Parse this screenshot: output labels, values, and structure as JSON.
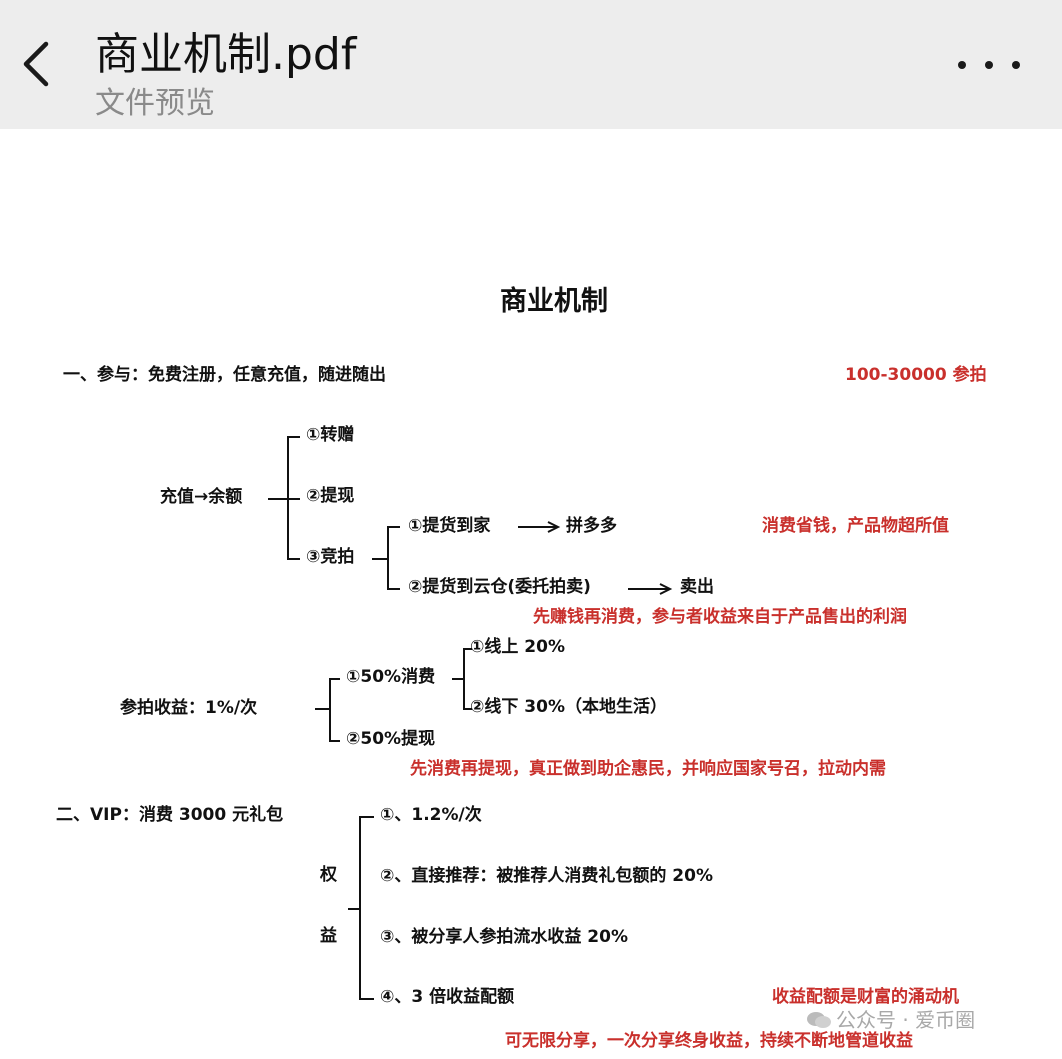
{
  "header": {
    "title": "商业机制.pdf",
    "subtitle": "文件预览"
  },
  "doc": {
    "title": "商业机制",
    "s1": {
      "heading": "一、参与：免费注册，任意充值，随进随出",
      "range_note": "100-30000 参拍",
      "root": "充值→余额",
      "b1": "①转赠",
      "b2": "②提现",
      "b3": "③竞拍",
      "b3_1": "①提货到家",
      "b3_1_target": "拼多多",
      "b3_1_note": "消费省钱，产品物超所值",
      "b3_2": "②提货到云仓(委托拍卖)",
      "b3_2_target": "卖出",
      "b3_2_note": "先赚钱再消费，参与者收益来自于产品售出的利润",
      "income_root": "参拍收益：1%/次",
      "inc1": "①50%消费",
      "inc1_1": "①线上 20%",
      "inc1_2": "②线下 30%（本地生活）",
      "inc2": "②50%提现",
      "income_note": "先消费再提现，真正做到助企惠民，并响应国家号召，拉动内需"
    },
    "s2": {
      "heading": "二、VIP：消费 3000 元礼包",
      "side_char1": "权",
      "side_char2": "益",
      "r1": "①、1.2%/次",
      "r2": "②、直接推荐：被推荐人消费礼包额的 20%",
      "r3": "③、被分享人参拍流水收益 20%",
      "r4": "④、3 倍收益配额",
      "r4_note": "收益配额是财富的涌动机",
      "footer_note": "可无限分享，一次分享终身收益，持续不断地管道收益"
    },
    "watermark": "公众号 · 爱币圈"
  }
}
